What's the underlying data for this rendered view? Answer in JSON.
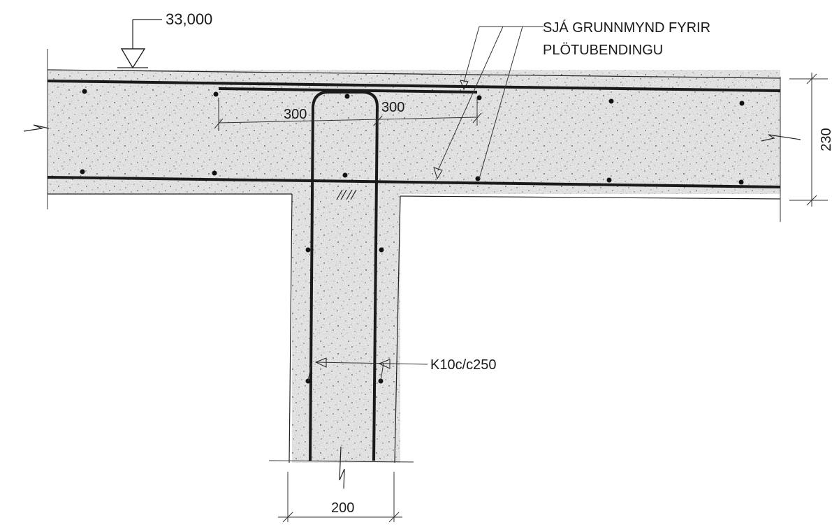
{
  "level_value": "33,000",
  "note_line1": "SJÁ GRUNNMYND FYRIR",
  "note_line2": "PLÖTUBENDINGU",
  "dim_left": "300",
  "dim_right": "300",
  "dim_slab_thickness": "230",
  "rebar_label": "K10c/c250",
  "dim_wall_width": "200"
}
